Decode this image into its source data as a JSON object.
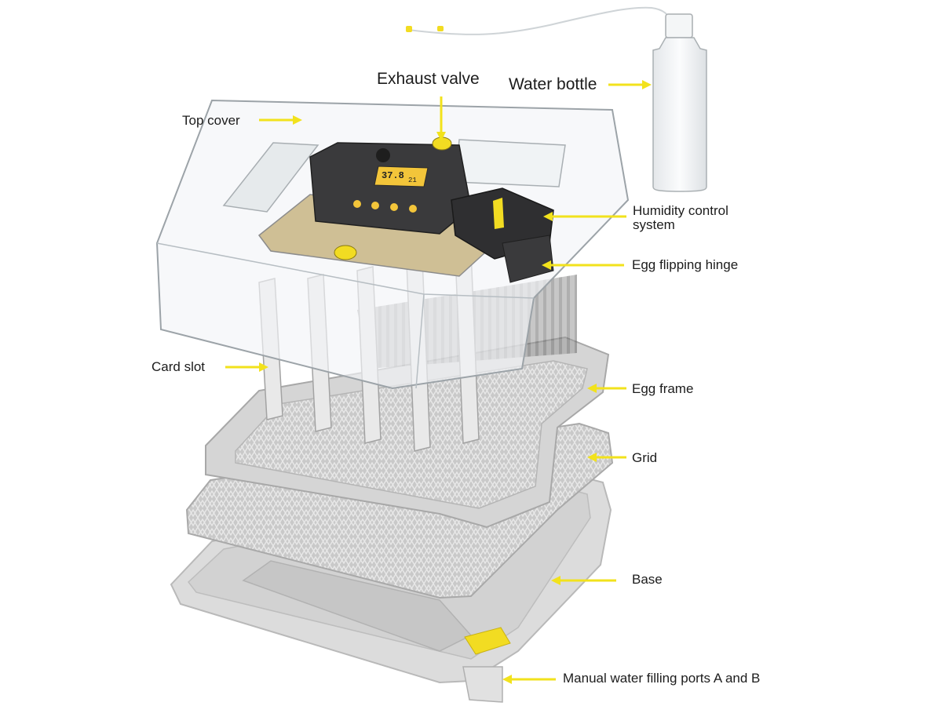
{
  "labels": {
    "exhaust_valve": "Exhaust valve",
    "water_bottle": "Water bottle",
    "top_cover": "Top cover",
    "humidity_control": "Humidity control\nsystem",
    "egg_flipping_hinge": "Egg flipping hinge",
    "card_slot": "Card slot",
    "egg_frame": "Egg frame",
    "grid": "Grid",
    "base": "Base",
    "water_ports": "Manual water filling ports A and B"
  },
  "display": {
    "readout_top": "37.8",
    "readout_bottom": "21"
  },
  "colors": {
    "arrow": "#f2e21c",
    "label_text": "#1c1c1c",
    "panel": "#3a3a3c",
    "lcd": "#f3c53a",
    "plastic": "#d9d9d9",
    "mesh": "#c4c4c4",
    "cover": "#eef2f4"
  }
}
